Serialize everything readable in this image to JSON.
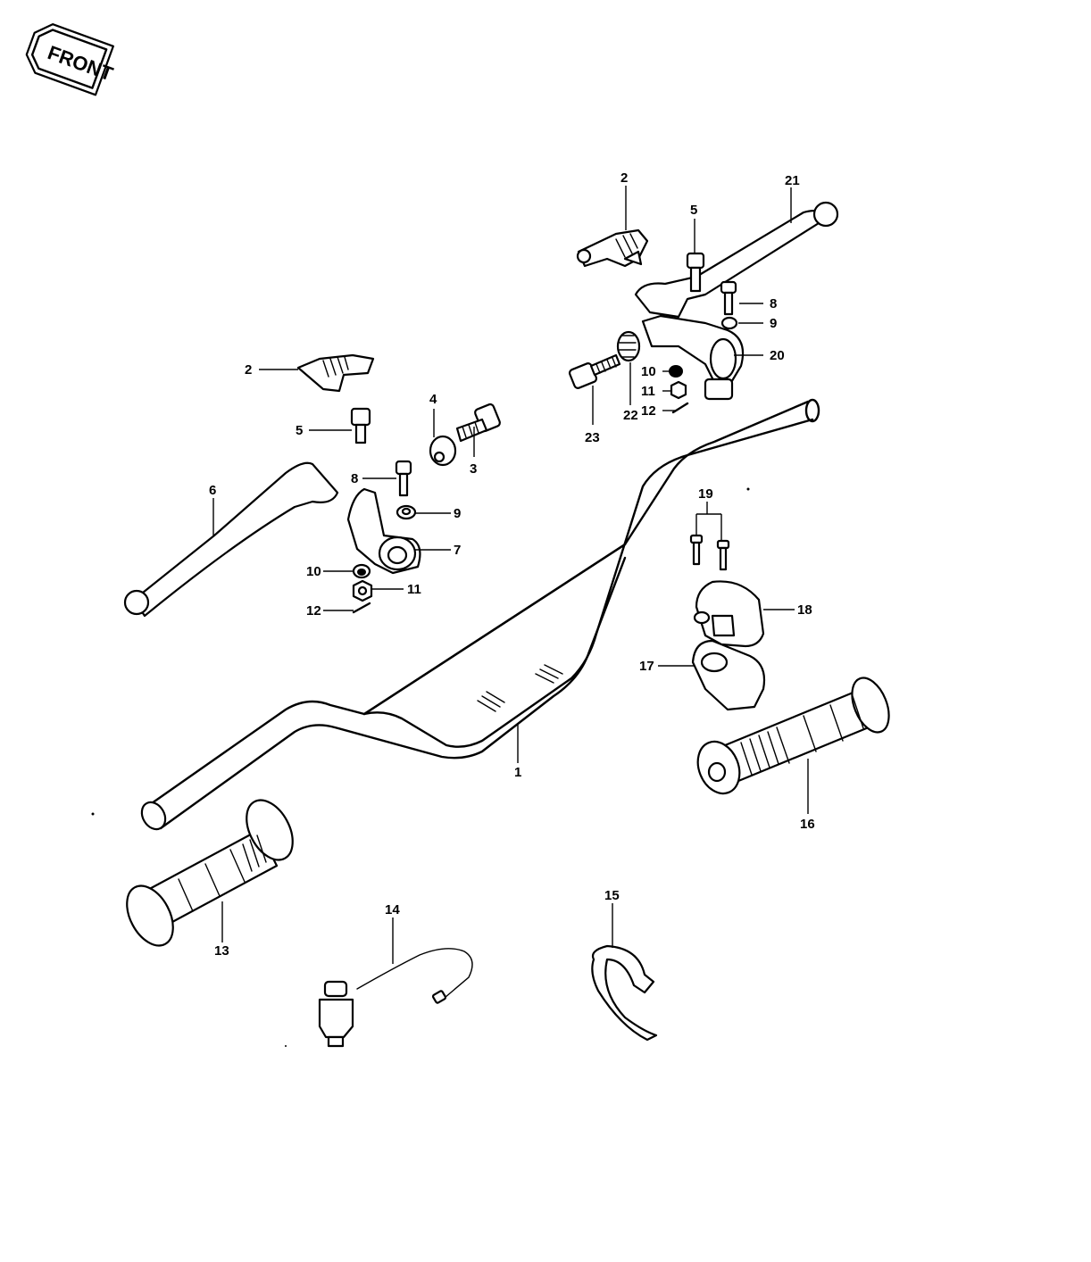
{
  "orientation": {
    "front_label": "FRONT"
  },
  "callouts": {
    "c1": "1",
    "c2a": "2",
    "c2b": "2",
    "c3": "3",
    "c4": "4",
    "c5a": "5",
    "c5b": "5",
    "c6": "6",
    "c7": "7",
    "c8a": "8",
    "c8b": "8",
    "c9a": "9",
    "c9b": "9",
    "c10a": "10",
    "c10b": "10",
    "c11a": "11",
    "c11b": "11",
    "c12a": "12",
    "c12b": "12",
    "c13": "13",
    "c14": "14",
    "c15": "15",
    "c16": "16",
    "c17": "17",
    "c18": "18",
    "c19": "19",
    "c20": "20",
    "c21": "21",
    "c22": "22",
    "c23": "23"
  }
}
